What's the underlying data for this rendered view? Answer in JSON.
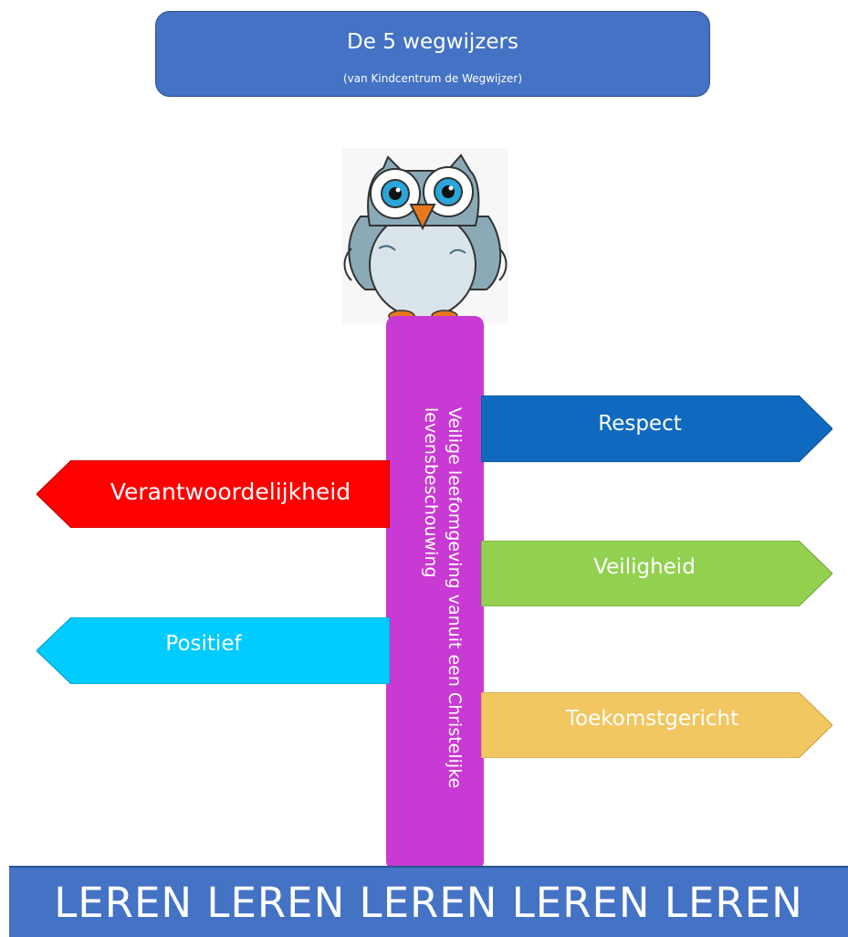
{
  "header": {
    "title": "De 5 wegwijzers",
    "subtitle": "(van Kindcentrum de Wegwijzer)"
  },
  "post": {
    "text": "Veilige leefomgeving vanuit een Christelijke levensbeschouwing",
    "color": "#c83ad3"
  },
  "signs": [
    {
      "label": "Respect",
      "color": "#0f6abf",
      "direction": "right"
    },
    {
      "label": "Verantwoordelijkheid",
      "color": "#ff0000",
      "direction": "left"
    },
    {
      "label": "Veiligheid",
      "color": "#92d050",
      "direction": "right"
    },
    {
      "label": "Positief",
      "color": "#00ccff",
      "direction": "left"
    },
    {
      "label": "Toekomstgericht",
      "color": "#f2c661",
      "direction": "right"
    }
  ],
  "footer": {
    "text": "LEREN LEREN LEREN LEREN LEREN"
  }
}
